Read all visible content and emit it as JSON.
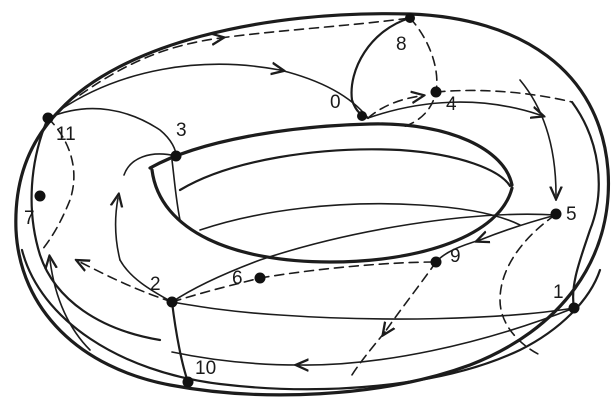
{
  "figure": {
    "colors": {
      "ink": "#1c1c1c",
      "background": "#ffffff"
    },
    "points": [
      {
        "label": "0"
      },
      {
        "label": "1"
      },
      {
        "label": "2"
      },
      {
        "label": "3"
      },
      {
        "label": "4"
      },
      {
        "label": "5"
      },
      {
        "label": "6"
      },
      {
        "label": "7"
      },
      {
        "label": "8"
      },
      {
        "label": "9"
      },
      {
        "label": "10"
      },
      {
        "label": "11"
      }
    ]
  }
}
